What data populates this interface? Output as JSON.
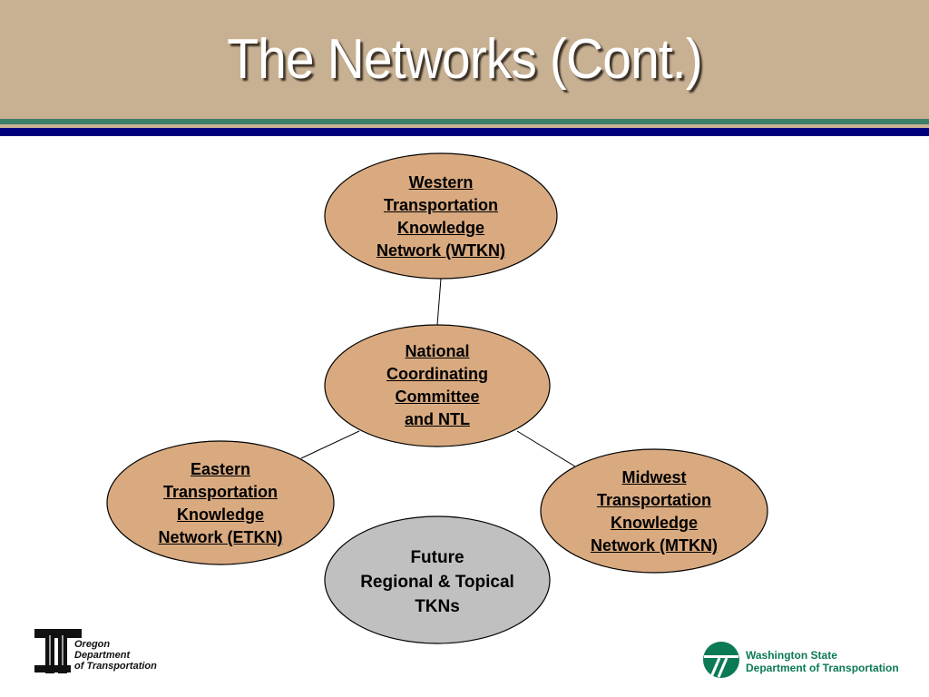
{
  "slide": {
    "title": "The Networks (Cont.)",
    "colors": {
      "header_bg": "#c8b193",
      "stripe_green": "#3a7f68",
      "stripe_blue": "#00007f",
      "node_fill": "#d9aa80",
      "future_fill": "#c0c0c0"
    }
  },
  "nodes": {
    "wtkn": {
      "lines": [
        "Western",
        "Transportation",
        "Knowledge",
        "Network (WTKN)"
      ]
    },
    "national": {
      "lines": [
        "National",
        "Coordinating",
        "Committee",
        "and NTL"
      ]
    },
    "etkn": {
      "lines": [
        "Eastern",
        "Transportation",
        "Knowledge",
        "Network (ETKN)"
      ]
    },
    "mtkn": {
      "lines": [
        "Midwest",
        "Transportation",
        "Knowledge",
        "Network (MTKN)"
      ]
    },
    "future": {
      "lines": [
        "Future",
        "Regional & Topical",
        "TKNs"
      ]
    }
  },
  "logos": {
    "odot": {
      "lines": [
        "Oregon",
        "Department",
        "of Transportation"
      ],
      "icon": "odot-logo-icon"
    },
    "wsdot": {
      "lines": [
        "Washington State",
        "Department of Transportation"
      ],
      "icon": "wsdot-logo-icon"
    }
  }
}
